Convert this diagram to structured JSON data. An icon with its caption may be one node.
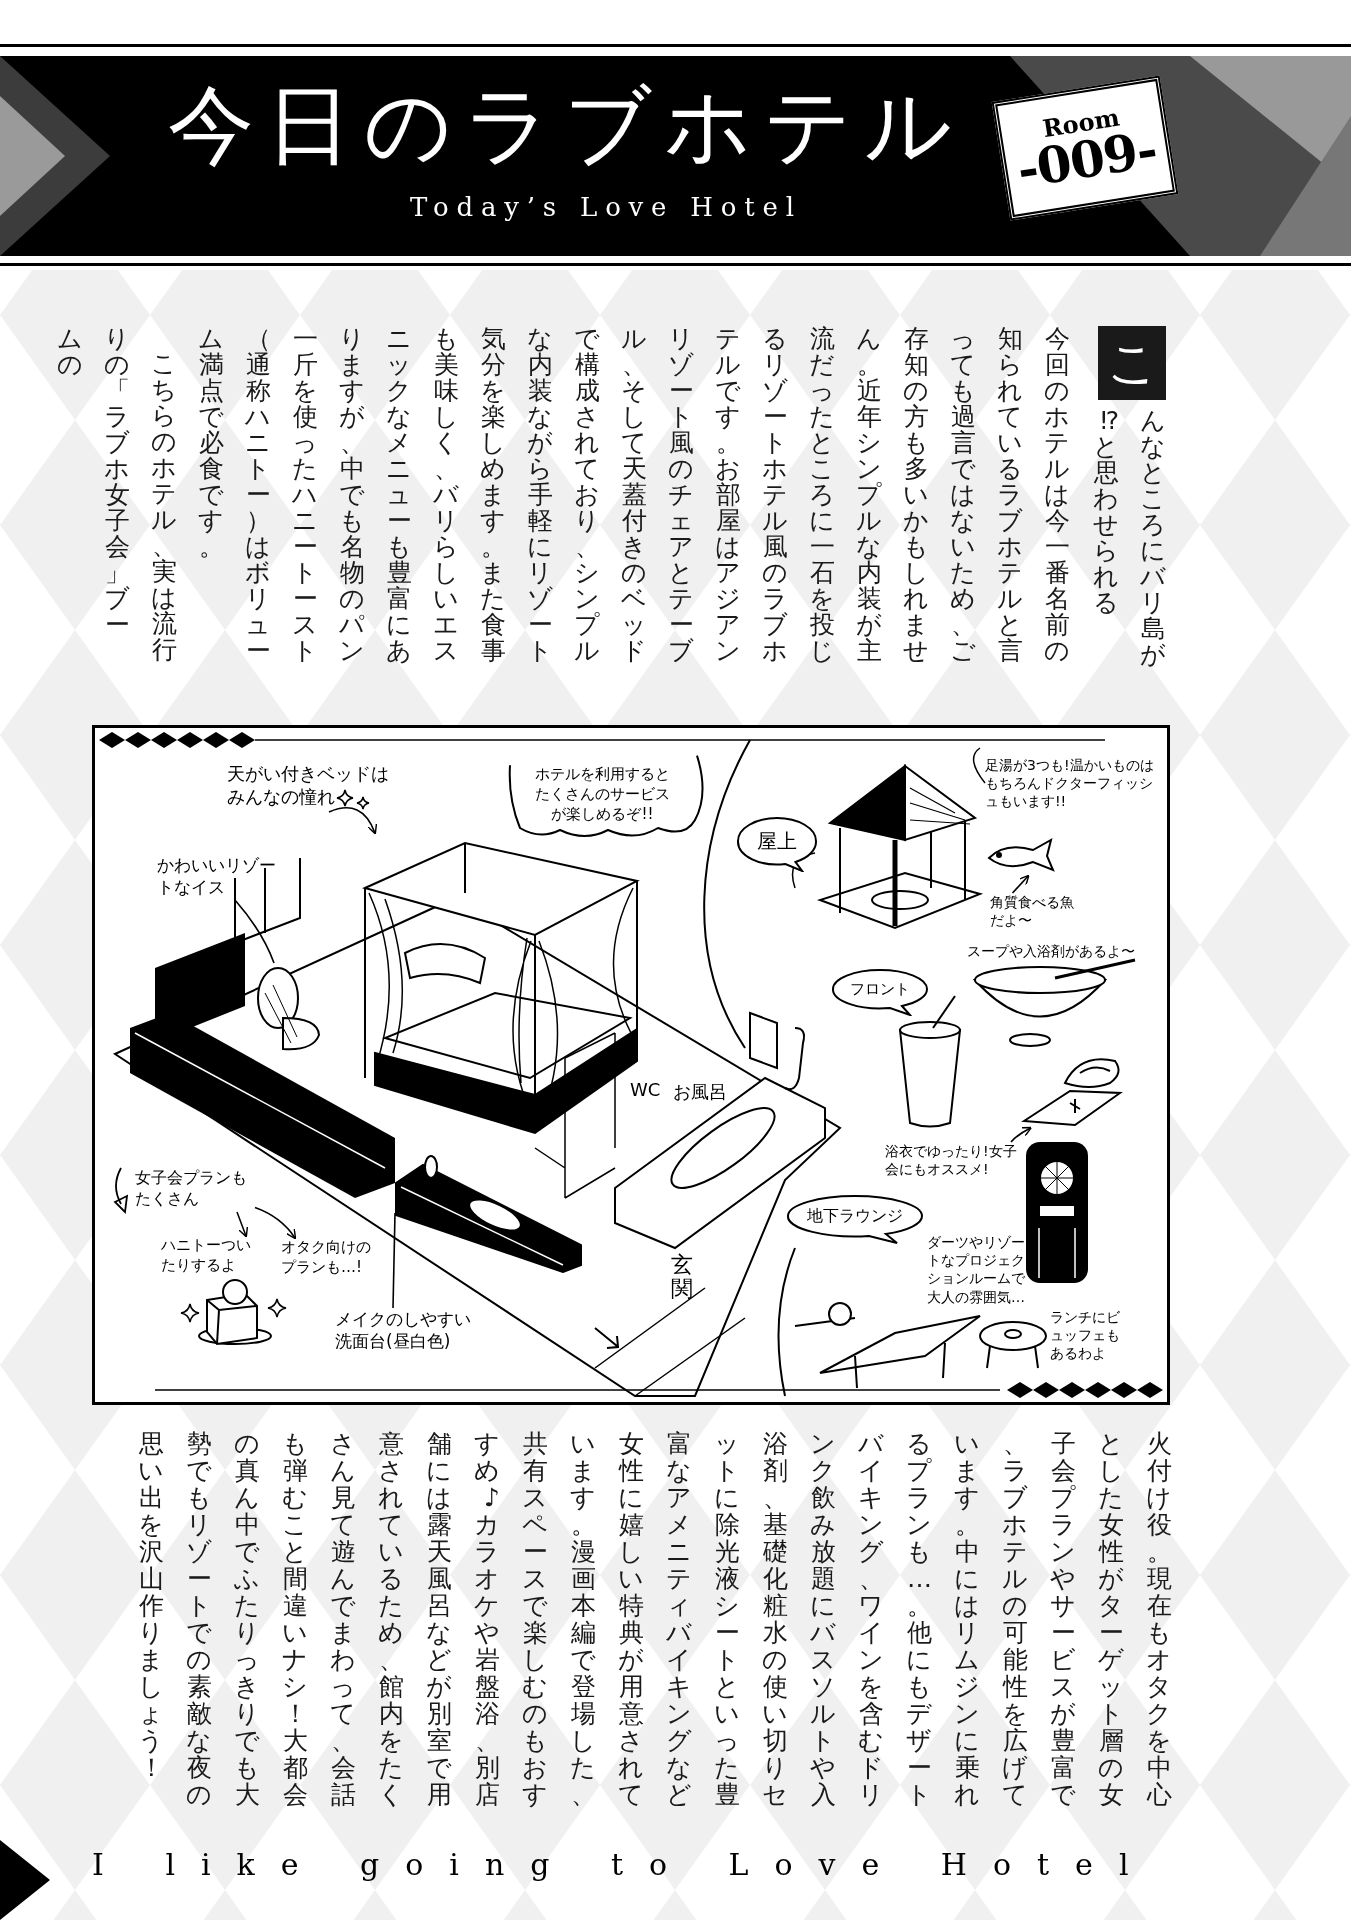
{
  "diagram": {
    "nodes": [
      {
        "text": [
          "今日のラブホテル",
          "Today’s Love Hotel"
        ]
      },
      {
        "text": [
          "Room",
          "-009-"
        ],
        "in": 0
      },
      {
        "text": [
          "こ"
        ]
      },
      {
        "text": [
          "ホテルを利用するとたくさんのサービスが楽しめるぞ!!"
        ]
      },
      {
        "text": [
          "屋上"
        ]
      },
      {
        "text": [
          "フロント"
        ]
      },
      {
        "text": [
          "地下ラウンジ"
        ]
      },
      {
        "text": [
          "天がい付きベッドはみんなの憧れ"
        ]
      },
      {
        "text": [],
        "shape": "picture"
      },
      {
        "text": [
          "かわいいリゾートなイス"
        ]
      },
      {
        "text": [],
        "shape": "picture"
      },
      {
        "text": [
          "女子会プランもたくさん"
        ]
      },
      {
        "text": [
          "ハニトーついたりするよ"
        ]
      },
      {
        "text": [
          "オタク向けのプランも…!"
        ]
      },
      {
        "text": [
          "メイクのしやすい洗面台(昼白色)"
        ]
      },
      {
        "text": [],
        "shape": "picture"
      },
      {
        "text": [
          "浴衣でゆったり!女子会にもオススメ!"
        ]
      },
      {
        "text": [],
        "shape": "picture"
      },
      {
        "text": [
          "角質食べる魚だよ〜"
        ]
      },
      {
        "text": [],
        "shape": "picture"
      }
    ],
    "edges": [
      {
        "from": 7,
        "to": 8,
        "arrow": "to"
      },
      {
        "from": 9,
        "to": 10,
        "arrow": "none"
      },
      {
        "from": 11,
        "to": 12,
        "arrow": "to"
      },
      {
        "from": 11,
        "to": 13,
        "arrow": "to"
      },
      {
        "from": 14,
        "to": 15,
        "arrow": "none"
      },
      {
        "from": 16,
        "to": 17,
        "arrow": "to"
      },
      {
        "from": 18,
        "to": 19,
        "arrow": "to"
      }
    ],
    "labels": [
      "んなところにバリ島が⁉　と思わせられる",
      "今回のホテルは今一番名前の知られているラブホテルと言っても過言ではないため、ご存知の方も多いかもしれません。近年シンプルな内装が主流だったところに一石を投じるリゾートホテル風のラブホテルです。お部屋はアジアンリゾート風のチェアとテーブル、そして天蓋付きのベッドで構成されており、シンプルな内装ながら手軽にリゾート気分を楽しめます。また食事も美味しく、バリらしいエスニックなメニューも豊富にありますが、中でも名物のパン一斤を使ったハニートースト（通称ハニトー）はボリューム満点で必食です。",
      "こちらのホテル、実は流行りの「ラブホ女子会」ブームの",
      "足湯が3つも!温かいものはもちろんドクターフィッシュもいます!!",
      "スープや入浴剤があるよ〜",
      "WC",
      "お風呂",
      "玄関",
      "ダーツやリゾートなプロジェクションルームで大人の雰囲気…",
      "ランチにビュッフェもあるわよ",
      "火付け役。現在もオタクを中心とした女性がターゲット層の女子会プランやサービスが豊富で、ラブホテルの可能性を広げています。中にはリムジンに乗れるプランも…。他にもデザートバイキング、ワインを含むドリンク飲み放題にバスソルトや入浴剤、基礎化粧水の使い切りセットに除光液シートといった豊富なアメニティバイキングなど女性に嬉しい特典が用意されています。漫画本編で登場した、共有スペースで楽しむのもおすすめ♪　カラオケや岩盤浴、別店舗には露天風呂などが別室で用意されているため、館内をたくさん見て遊んでまわって、会話も弾むこと間違いナシ！大都会の真ん中でふたりっきりでも大勢でもリゾートでの素敵な夜の思い出を沢山作りましょう！",
      "I like going to Love Hotel"
    ]
  }
}
